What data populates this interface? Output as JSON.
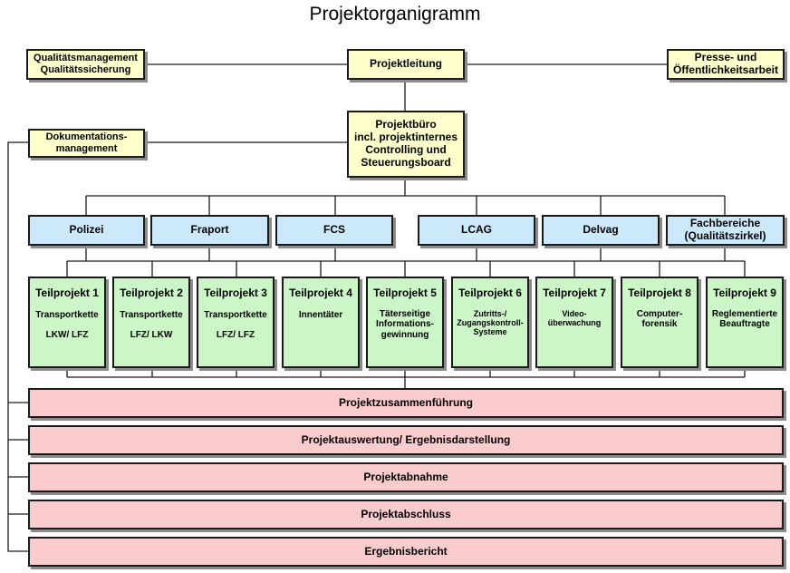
{
  "title": "Projektorganigramm",
  "top": {
    "left": {
      "line1": "Qualitätsmanagement",
      "line2": "Qualitätssicherung"
    },
    "center": {
      "label": "Projektleitung"
    },
    "right": {
      "line1": "Presse- und",
      "line2": "Öffentlichkeitsarbeit"
    }
  },
  "office": {
    "line1": "Projektbüro",
    "line2": "incl. projektinternes",
    "line3": "Controlling und",
    "line4": "Steuerungsboard"
  },
  "docs": {
    "line1": "Dokumentations-",
    "line2": "management"
  },
  "partners": [
    {
      "label": "Polizei"
    },
    {
      "label": "Fraport"
    },
    {
      "label": "FCS"
    },
    {
      "label": "LCAG"
    },
    {
      "label": "Delvag"
    },
    {
      "label": "Fachbereiche",
      "label2": "(Qualitätszirkel)"
    }
  ],
  "subprojects": [
    {
      "name": "Teilprojekt 1",
      "desc": "Transportkette",
      "desc2": "LKW/ LFZ"
    },
    {
      "name": "Teilprojekt 2",
      "desc": "Transportkette",
      "desc2": "LFZ/ LKW"
    },
    {
      "name": "Teilprojekt 3",
      "desc": "Transportkette",
      "desc2": "LFZ/ LFZ"
    },
    {
      "name": "Teilprojekt 4",
      "desc": "Innentäter"
    },
    {
      "name": "Teilprojekt 5",
      "desc": "Täterseitige",
      "desc2": "Informations-",
      "desc3": "gewinnung"
    },
    {
      "name": "Teilprojekt 6",
      "desc": "Zutritts-/",
      "desc2": "Zugangskontroll-",
      "desc3": "Systeme"
    },
    {
      "name": "Teilprojekt 7",
      "desc": "Video-",
      "desc2": "überwachung"
    },
    {
      "name": "Teilprojekt 8",
      "desc": "Computer-",
      "desc2": "forensik"
    },
    {
      "name": "Teilprojekt 9",
      "desc": "Reglementierte",
      "desc2": "Beauftragte"
    }
  ],
  "phases": [
    {
      "label": "Projektzusammenführung"
    },
    {
      "label": "Projektauswertung/ Ergebnisdarstellung"
    },
    {
      "label": "Projektabnahme"
    },
    {
      "label": "Projektabschluss"
    },
    {
      "label": "Ergebnisbericht"
    }
  ],
  "colors": {
    "yellow": "#ffffcc",
    "blue": "#cce9fb",
    "green": "#ccf5c8",
    "pink": "#fbcccd"
  }
}
